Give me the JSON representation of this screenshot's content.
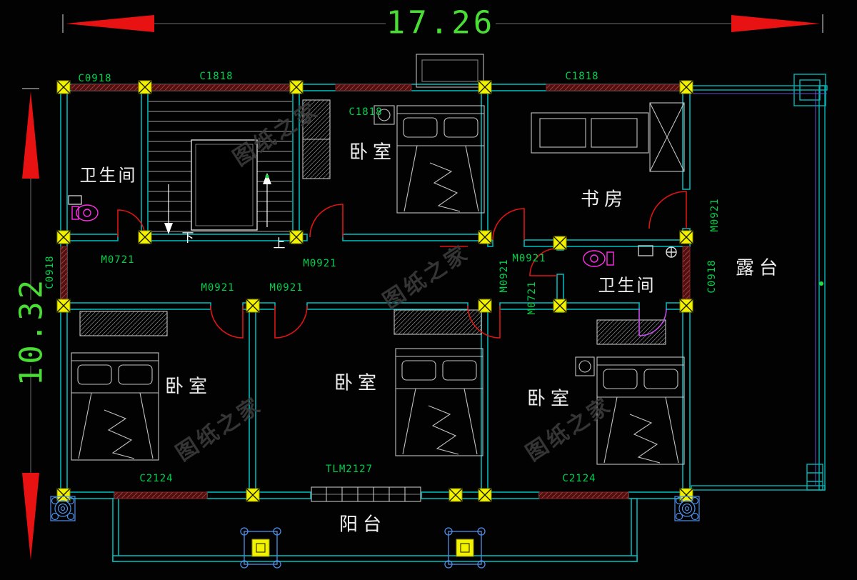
{
  "drawing": {
    "dim_top": "17.26",
    "dim_left": "10.32",
    "watermark": "图纸之家",
    "rooms": {
      "bath1": "卫生间",
      "bed_top": "卧室",
      "study": "书房",
      "terrace": "露台",
      "bath2": "卫生间",
      "bed_lower_left": "卧室",
      "bed_lower_mid": "卧室",
      "bed_lower_right": "卧室",
      "balcony": "阳台"
    },
    "stairs": {
      "down": "下",
      "up": "上"
    },
    "codes": {
      "win_top_left": "C0918",
      "win_top_stair": "C1818",
      "win_bed_top": "C1818",
      "win_top_right": "C1818",
      "door_bath1": "M0721",
      "door_bed_top": "M0921",
      "door_bed_ll": "M0921",
      "door_bed_lm": "M0921",
      "door_study": "M0921",
      "door_mid_v": "M0921",
      "door_bath2_v": "M0721",
      "door_terrace_v": "M0921",
      "win_left_v": "C0918",
      "win_right_v": "C0918",
      "win_bottom_left": "C2124",
      "door_balcony": "TLM2127",
      "win_bottom_right": "C2124"
    },
    "colors": {
      "wall": "#00b6b6",
      "column": "#f2f200",
      "dimension_arrow": "#e81212",
      "door": "#e01414",
      "code_text": "#00d24b",
      "dim_text": "#49dd35",
      "window_fill": "#4d1111",
      "fixture": "#ff2ee8"
    }
  }
}
